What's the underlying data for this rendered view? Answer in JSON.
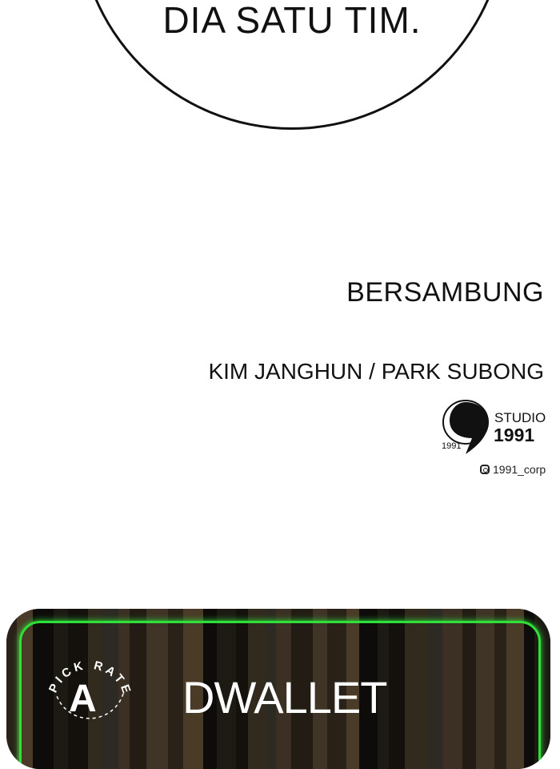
{
  "speech_bubble": {
    "text": "DIA SATU TIM."
  },
  "ending": {
    "label": "BERSAMBUNG"
  },
  "credits": {
    "authors": "KIM JANGHUN / PARK SUBONG"
  },
  "studio": {
    "logo_text": "1991",
    "name": "STUDIO",
    "number": "1991",
    "instagram_icon": "instagram-icon",
    "instagram": "1991_corp"
  },
  "banner": {
    "badge_text": "PICK RATE",
    "grade": "A",
    "title": "DWALLET",
    "border_color": "#2fe03a"
  }
}
